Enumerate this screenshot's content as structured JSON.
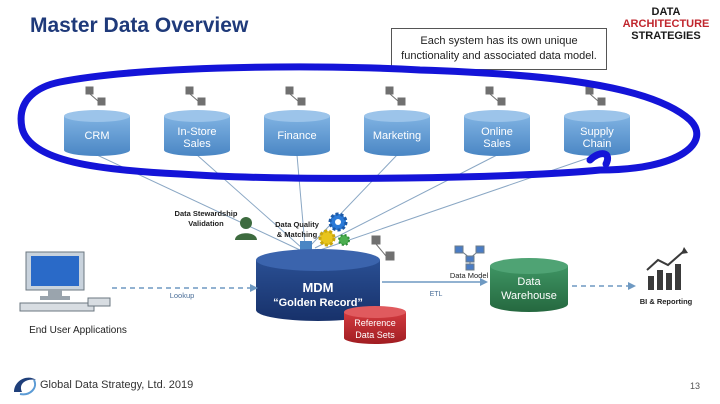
{
  "title": "Master Data Overview",
  "logo": {
    "line1": "DATA",
    "line2": "ARCHITECTURE",
    "line3": "STRATEGIES"
  },
  "note": {
    "line1": "Each system has its own unique",
    "line2": "functionality and associated data model."
  },
  "systems": [
    {
      "line1": "CRM",
      "line2": ""
    },
    {
      "line1": "In-Store",
      "line2": "Sales"
    },
    {
      "line1": "Finance",
      "line2": ""
    },
    {
      "line1": "Marketing",
      "line2": ""
    },
    {
      "line1": "Online",
      "line2": "Sales"
    },
    {
      "line1": "Supply",
      "line2": "Chain"
    }
  ],
  "stewardship": {
    "line1": "Data Stewardship",
    "line2": "Validation"
  },
  "quality": {
    "line1": "Data Quality",
    "line2": "& Matching"
  },
  "mdm": {
    "line1": "MDM",
    "line2": "“Golden Record”"
  },
  "reference": {
    "line1": "Reference",
    "line2": "Data Sets"
  },
  "lookup": "Lookup",
  "end_user": "End User Applications",
  "data_model": "Data Model",
  "etl": "ETL",
  "warehouse": {
    "line1": "Data",
    "line2": "Warehouse"
  },
  "bi": "BI & Reporting",
  "footer": "Global Data Strategy, Ltd. 2019",
  "page": "13",
  "colors": {
    "cylinder": "#5b9bd5",
    "mdm": "#1f3f7a",
    "warehouse": "#2e7d4f",
    "reference": "#c0262d",
    "marker": "#1414d8",
    "title": "#1f3a7a"
  }
}
